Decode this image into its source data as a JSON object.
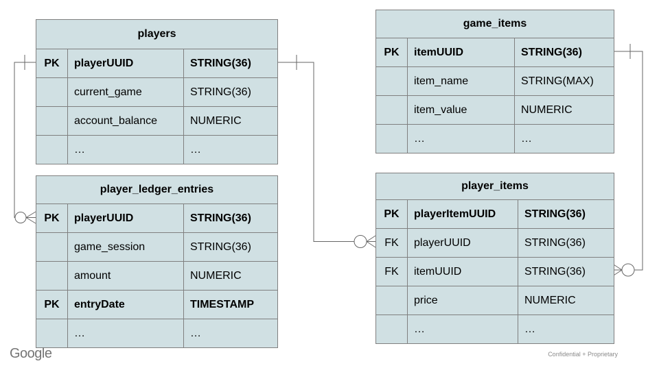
{
  "footer": {
    "brand": "Google",
    "note": "Confidential + Proprietary"
  },
  "colors": {
    "table_fill": "#d0e0e3",
    "table_border": "#7f7f7f",
    "connector_line": "#666666",
    "footer_gray": "#757575"
  },
  "tables": [
    {
      "id": "players",
      "title": "players",
      "rows": [
        {
          "key": "PK",
          "name": "playerUUID",
          "type": "STRING(36)",
          "bold": true
        },
        {
          "key": "",
          "name": "current_game",
          "type": "STRING(36)",
          "bold": false
        },
        {
          "key": "",
          "name": "account_balance",
          "type": "NUMERIC",
          "bold": false
        },
        {
          "key": "",
          "name": "…",
          "type": "…",
          "bold": false
        }
      ]
    },
    {
      "id": "game_items",
      "title": "game_items",
      "rows": [
        {
          "key": "PK",
          "name": "itemUUID",
          "type": "STRING(36)",
          "bold": true
        },
        {
          "key": "",
          "name": "item_name",
          "type": "STRING(MAX)",
          "bold": false
        },
        {
          "key": "",
          "name": "item_value",
          "type": "NUMERIC",
          "bold": false
        },
        {
          "key": "",
          "name": "…",
          "type": "…",
          "bold": false
        }
      ]
    },
    {
      "id": "player_ledger_entries",
      "title": "player_ledger_entries",
      "rows": [
        {
          "key": "PK",
          "name": "playerUUID",
          "type": "STRING(36)",
          "bold": true
        },
        {
          "key": "",
          "name": "game_session",
          "type": "STRING(36)",
          "bold": false
        },
        {
          "key": "",
          "name": "amount",
          "type": "NUMERIC",
          "bold": false
        },
        {
          "key": "PK",
          "name": "entryDate",
          "type": "TIMESTAMP",
          "bold": true
        },
        {
          "key": "",
          "name": "…",
          "type": "…",
          "bold": false
        }
      ]
    },
    {
      "id": "player_items",
      "title": "player_items",
      "rows": [
        {
          "key": "PK",
          "name": "playerItemUUID",
          "type": "STRING(36)",
          "bold": true
        },
        {
          "key": "FK",
          "name": "playerUUID",
          "type": "STRING(36)",
          "bold": false
        },
        {
          "key": "FK",
          "name": "itemUUID",
          "type": "STRING(36)",
          "bold": false
        },
        {
          "key": "",
          "name": "price",
          "type": "NUMERIC",
          "bold": false
        },
        {
          "key": "",
          "name": "…",
          "type": "…",
          "bold": false
        }
      ]
    }
  ],
  "relationships": [
    {
      "from_table": "players",
      "from_field": "playerUUID",
      "to_table": "player_ledger_entries",
      "to_field": "playerUUID",
      "from_cardinality": "one",
      "to_cardinality": "zero-or-many"
    },
    {
      "from_table": "players",
      "from_field": "playerUUID",
      "to_table": "player_items",
      "to_field": "playerUUID",
      "from_cardinality": "one",
      "to_cardinality": "zero-or-many"
    },
    {
      "from_table": "game_items",
      "from_field": "itemUUID",
      "to_table": "player_items",
      "to_field": "itemUUID",
      "from_cardinality": "one",
      "to_cardinality": "zero-or-many"
    }
  ]
}
